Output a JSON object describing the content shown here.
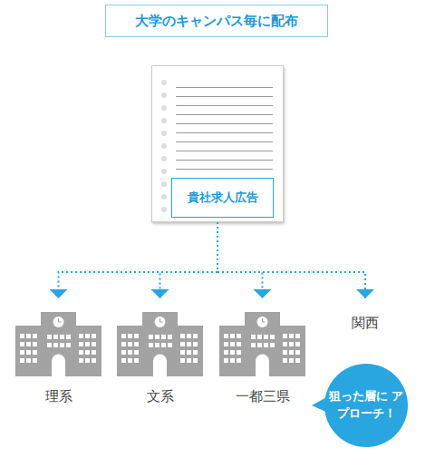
{
  "diagram": {
    "title": "大学のキャンパス毎に配布",
    "nodes": [
      {
        "text": [
          "貴社求人広告"
        ]
      },
      {
        "text": [
          "理系"
        ]
      },
      {
        "text": [
          "文系"
        ]
      },
      {
        "text": [
          "一都三県"
        ]
      },
      {
        "text": [
          "関西"
        ]
      },
      {
        "text": [
          "狙った層に アプローチ！"
        ]
      }
    ],
    "edges": [
      {
        "from": 0,
        "to": 1,
        "arrow": "to"
      },
      {
        "from": 0,
        "to": 2,
        "arrow": "to"
      },
      {
        "from": 0,
        "to": 3,
        "arrow": "to"
      },
      {
        "from": 0,
        "to": 4,
        "arrow": "to"
      }
    ]
  }
}
